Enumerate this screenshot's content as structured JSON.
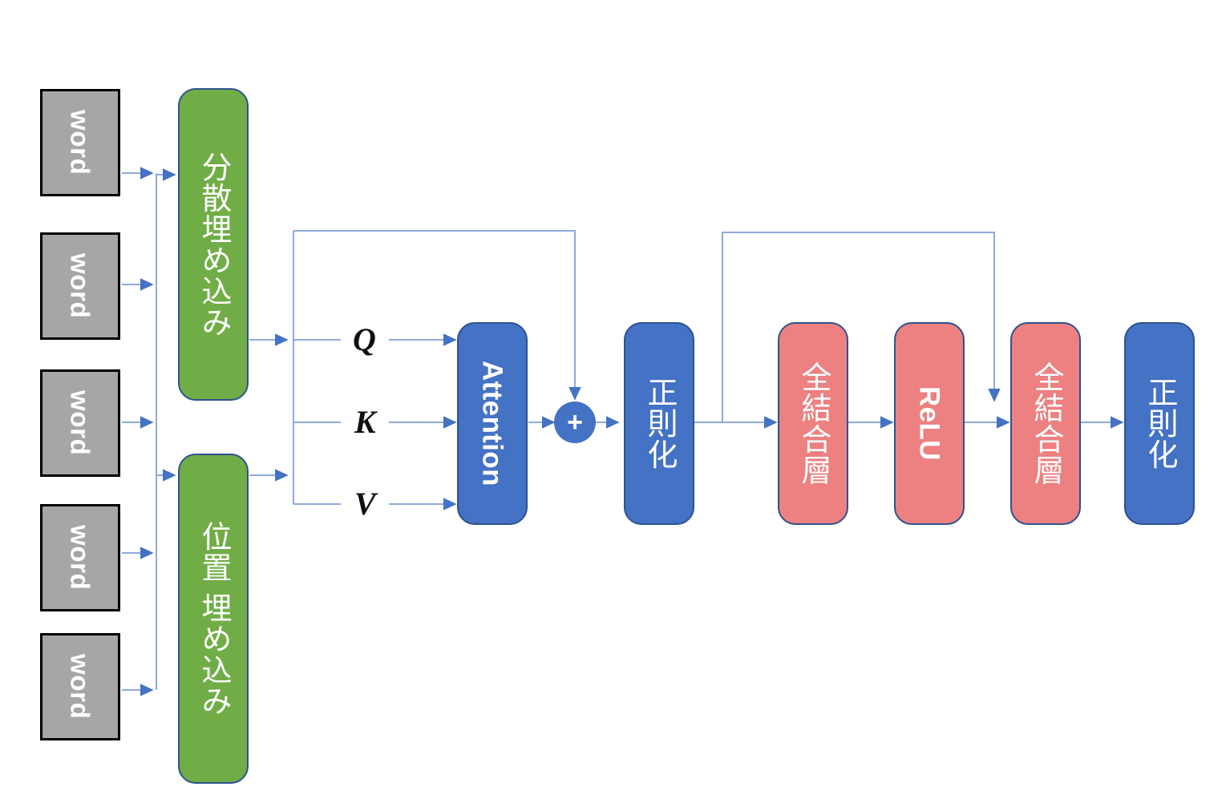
{
  "diagram": {
    "title": "Transformer encoder block diagram (Japanese labels)",
    "colors": {
      "word_fill": "#A6A6A6",
      "word_border": "#000000",
      "embedding_fill": "#70AD47",
      "blue_fill": "#4472C4",
      "red_fill": "#ED8080",
      "node_border": "#2F528F",
      "wire": "#8FAADC",
      "arrow": "#4472C4"
    },
    "inputs": {
      "group_name": "word-tokens",
      "items": [
        {
          "label": "word"
        },
        {
          "label": "word"
        },
        {
          "label": "word"
        },
        {
          "label": "word"
        },
        {
          "label": "word"
        }
      ]
    },
    "embeddings": [
      {
        "label": "分散埋め込み",
        "meaning": "distributed-embedding"
      },
      {
        "label": "位置 埋め込み",
        "meaning": "positional-embedding"
      }
    ],
    "qkv": [
      {
        "label": "Q"
      },
      {
        "label": "K"
      },
      {
        "label": "V"
      }
    ],
    "blocks": [
      {
        "label": "Attention",
        "script": "latin",
        "color": "blue"
      },
      {
        "label": "正則化",
        "script": "cjk",
        "color": "blue"
      },
      {
        "label": "全結合層",
        "script": "cjk",
        "color": "red"
      },
      {
        "label": "ReLU",
        "script": "latin",
        "color": "red"
      },
      {
        "label": "全結合層",
        "script": "cjk",
        "color": "red"
      },
      {
        "label": "正則化",
        "script": "cjk",
        "color": "blue"
      }
    ],
    "operators": [
      {
        "label": "+",
        "name": "residual-add"
      }
    ]
  }
}
